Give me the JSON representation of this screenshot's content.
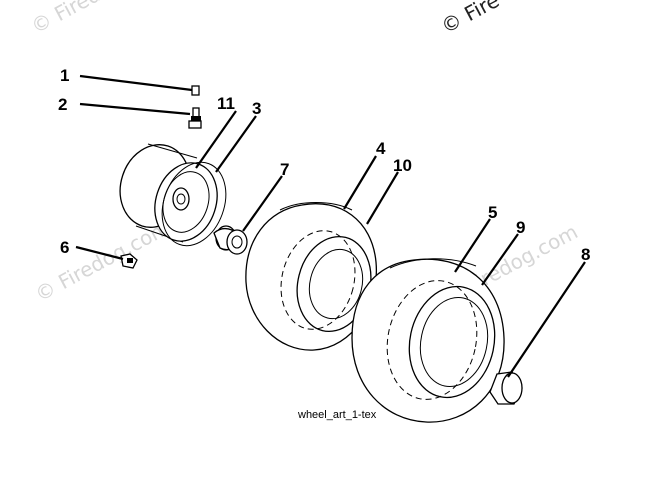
{
  "watermarks": {
    "top_left": "© Firedog",
    "top_right": "© Fire",
    "middle_left": "© Firedog.com",
    "middle_right": "© Firedog.com"
  },
  "callouts": [
    "1",
    "2",
    "11",
    "3",
    "7",
    "4",
    "10",
    "5",
    "9",
    "8",
    "6"
  ],
  "caption": "wheel_art_1-tex"
}
